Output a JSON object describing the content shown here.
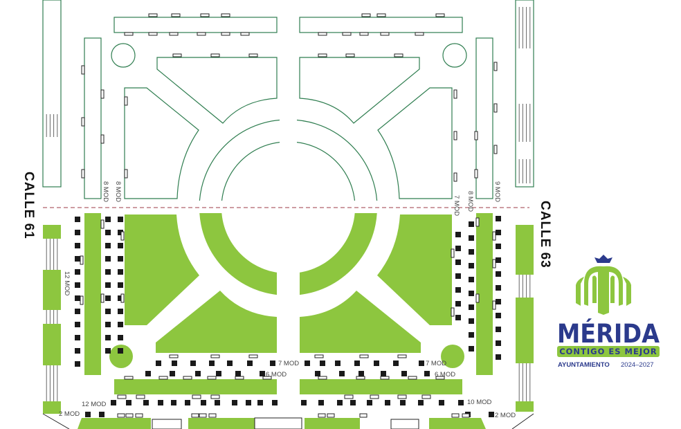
{
  "streets": {
    "left": "CALLE 61",
    "right": "CALLE 63"
  },
  "module_labels": {
    "left_col_a": "8 MOD",
    "left_col_b": "8 MOD",
    "left_outer": "12 MOD",
    "right_col_a": "7 MOD",
    "right_col_b": "8 MOD",
    "right_outer": "9 MOD",
    "bottom_left_row1": "7 MOD",
    "bottom_left_row2": "6 MOD",
    "bottom_left_row3": "12 MOD",
    "bottom_left_row4": "2 MOD",
    "bottom_right_row1": "7 MOD",
    "bottom_right_row2": "6 MOD",
    "bottom_right_row3": "10 MOD",
    "bottom_right_row4": "2 MOD"
  },
  "logo": {
    "title": "MÉRIDA",
    "tagline": "CONTIGO ES MEJOR",
    "org": "AYUNTAMIENTO",
    "years": "2024–2027"
  },
  "colors": {
    "green": "#8dc63f",
    "outline": "#2e7d4f",
    "divider": "#b0606a",
    "brand_blue": "#2b3a8c"
  }
}
